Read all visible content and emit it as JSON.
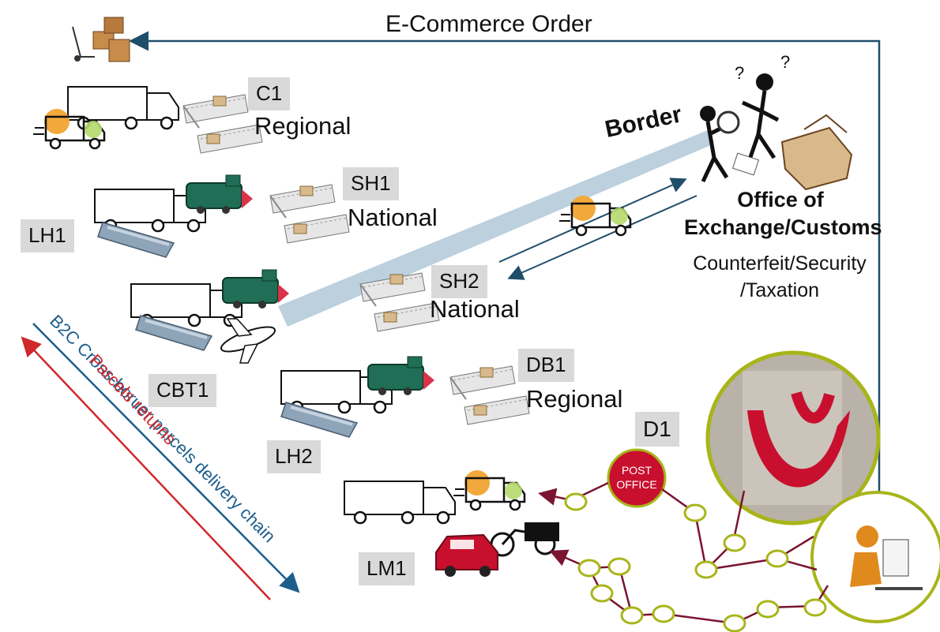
{
  "order_flow": {
    "label": "E-Commerce Order"
  },
  "border": {
    "label": "Border"
  },
  "customs": {
    "title_line1": "Office of",
    "title_line2": "Exchange/Customs",
    "sub_line1": "Counterfeit/Security",
    "sub_line2": "/Taxation"
  },
  "nodes": {
    "c1": {
      "code": "C1",
      "scope": "Regional"
    },
    "sh1": {
      "code": "SH1",
      "scope": "National"
    },
    "sh2": {
      "code": "SH2",
      "scope": "National"
    },
    "db1": {
      "code": "DB1",
      "scope": "Regional"
    },
    "d1": {
      "code": "D1"
    }
  },
  "transport_tags": {
    "lh1": "LH1",
    "cbt1": "CBT1",
    "lh2": "LH2",
    "lm1": "LM1"
  },
  "post_office_sign": {
    "line1": "POST",
    "line2": "OFFICE"
  },
  "arrows": {
    "delivery_chain": "B2C Cross-boruer parcels delivery chain",
    "returns": "Parcels returns"
  },
  "colors": {
    "flow_line": "#1f4e6b",
    "border_band": "#bcd0de",
    "delivery_arrow": "#1b5e8c",
    "returns_arrow": "#d0282c",
    "route_line": "#7a1430",
    "route_node": "#a8b51a",
    "post_red": "#c8102e"
  }
}
